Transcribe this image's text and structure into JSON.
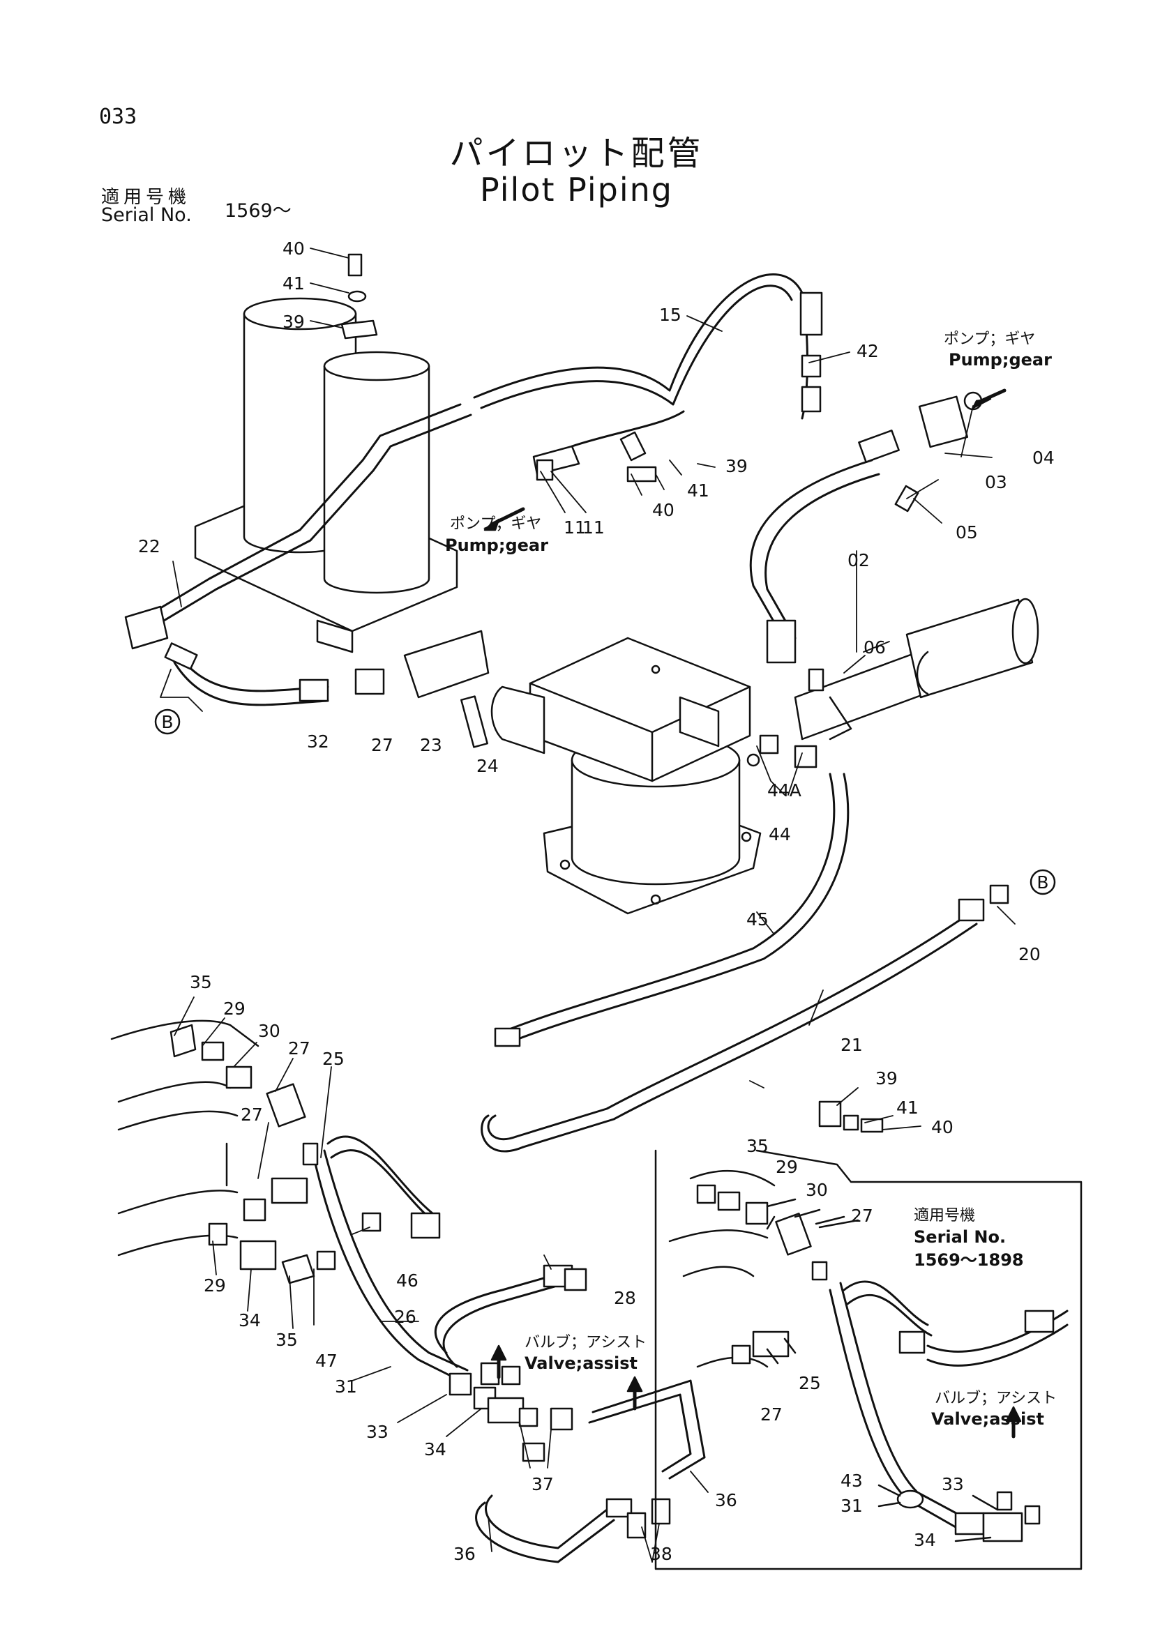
{
  "header": {
    "page_number": "033",
    "title_ja": "パイロット配管",
    "title_en": "Pilot Piping",
    "serial_label_ja": "適用号機",
    "serial_label_en": "Serial No.",
    "serial_value": "1569～"
  },
  "notes": {
    "pump_gear_top_ja": "ポンプ；ギヤ",
    "pump_gear_top_en": "Pump;gear",
    "pump_gear_mid_ja": "ポンプ；ギヤ",
    "pump_gear_mid_en": "Pump;gear",
    "valve_assist_1_ja": "バルブ；アシスト",
    "valve_assist_1_en": "Valve;assist",
    "valve_assist_2_ja": "バルブ；アシスト",
    "valve_assist_2_en": "Valve;assist",
    "inset_serial_ja": "適用号機",
    "inset_serial_en": "Serial No.",
    "inset_serial_value": "1569～1898"
  },
  "refs": {
    "b_left": "B",
    "b_right": "B"
  },
  "parts": {
    "p40_top": "40",
    "p41_top": "41",
    "p39_top": "39",
    "p15": "15",
    "p42": "42",
    "p04": "04",
    "p03": "03",
    "p05": "05",
    "p11a": "11",
    "p11b": "11",
    "p40_mid": "40",
    "p41_mid": "41",
    "p39_mid": "39",
    "p02": "02",
    "p22": "22",
    "p06": "06",
    "p32": "32",
    "p27_a": "27",
    "p23": "23",
    "p24": "24",
    "p44A": "44A",
    "p44": "44",
    "p45": "45",
    "p20": "20",
    "p21": "21",
    "p35_a": "35",
    "p29_a": "29",
    "p30_a": "30",
    "p27_b": "27",
    "p25": "25",
    "p39_low": "39",
    "p41_low": "41",
    "p40_low": "40",
    "p27_c": "27",
    "p46": "46",
    "p28": "28",
    "p29_b": "29",
    "p34_a": "34",
    "p35_b": "35",
    "p47": "47",
    "p26": "26",
    "p31": "31",
    "p33": "33",
    "p34_b": "34",
    "p37": "37",
    "p36_a": "36",
    "p36_b": "36",
    "p38": "38",
    "i35": "35",
    "i29": "29",
    "i30": "30",
    "i27_a": "27",
    "i25": "25",
    "i27_b": "27",
    "i43": "43",
    "i31": "31",
    "i33": "33",
    "i34": "34"
  }
}
